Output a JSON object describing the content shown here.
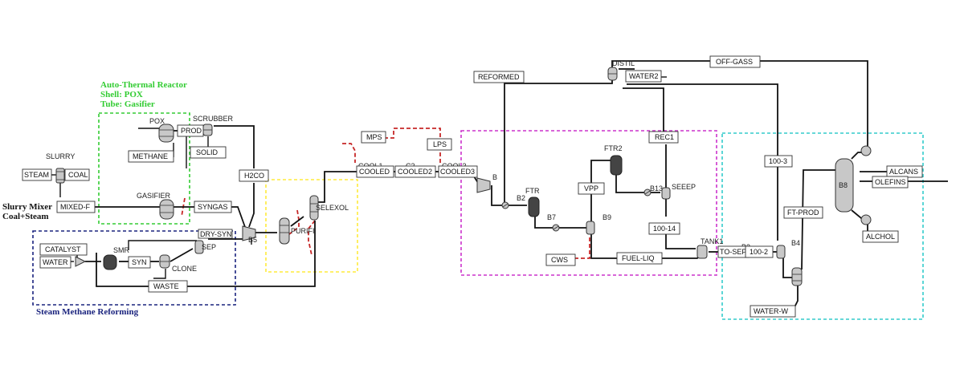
{
  "zones": {
    "autothermal": {
      "title": "Auto-Thermal Reactor",
      "shell": "Shell: POX",
      "tube": "Tube: Gasifier",
      "color": "#33cc33"
    },
    "smr": {
      "title": "Steam Methane Reforming",
      "color": "#1a237e"
    },
    "purification": {
      "color": "#ffeb3b"
    },
    "ft": {
      "color": "#cc33cc"
    },
    "product": {
      "color": "#33cccc"
    }
  },
  "annotations": {
    "slurry_mixer_line1": "Slurry Mixer",
    "slurry_mixer_line2": "Coal+Steam"
  },
  "blocks": {
    "slurry": "SLURRY",
    "pox": "POX",
    "scrubber": "SCRUBBER",
    "gasifier": "GASIFIER",
    "smr": "SMR",
    "clone": "CLONE",
    "sep": "SEP",
    "b5": "B5",
    "purifier": "PURIFI",
    "selexol": "SELEXOL",
    "cool1": "COOL1",
    "c2": "C2",
    "cool3": "COOL3",
    "b": "B",
    "b2": "B2",
    "ftr": "FTR",
    "b7": "B7",
    "b9": "B9",
    "ftr2": "FTR2",
    "b13": "B13",
    "seeep": "SEEEP",
    "tank1": "TANK1",
    "b3": "B3",
    "b4": "B4",
    "b8": "B8",
    "dist": "DISTIL"
  },
  "streams": {
    "steam": "STEAM",
    "coal": "COAL",
    "mixed_f": "MIXED-F",
    "prod": "PROD",
    "methane": "METHANE",
    "solid": "SOLID",
    "syngas": "SYNGAS",
    "h2co": "H2CO",
    "catalyst": "CATALYST",
    "water": "WATER",
    "syn": "SYN",
    "waste": "WASTE",
    "drysyn": "DRY-SYN",
    "mps": "MPS",
    "lps": "LPS",
    "cooled": "COOLED",
    "cooled2": "COOLED2",
    "cooled3": "COOLED3",
    "reformed": "REFORMED",
    "water2": "WATER2",
    "off_gass": "OFF-GASS",
    "rec1": "REC1",
    "vpp": "VPP",
    "s100_14": "100-14",
    "cws": "CWS",
    "fuel_liq": "FUEL-LIQ",
    "to_sep": "TO-SEP",
    "s100_2": "100-2",
    "s100_3": "100-3",
    "ft_prod": "FT-PROD",
    "water_w": "WATER-W",
    "alcans": "ALCANS",
    "olefins": "OLEFINS",
    "alchol": "ALCHOL"
  }
}
